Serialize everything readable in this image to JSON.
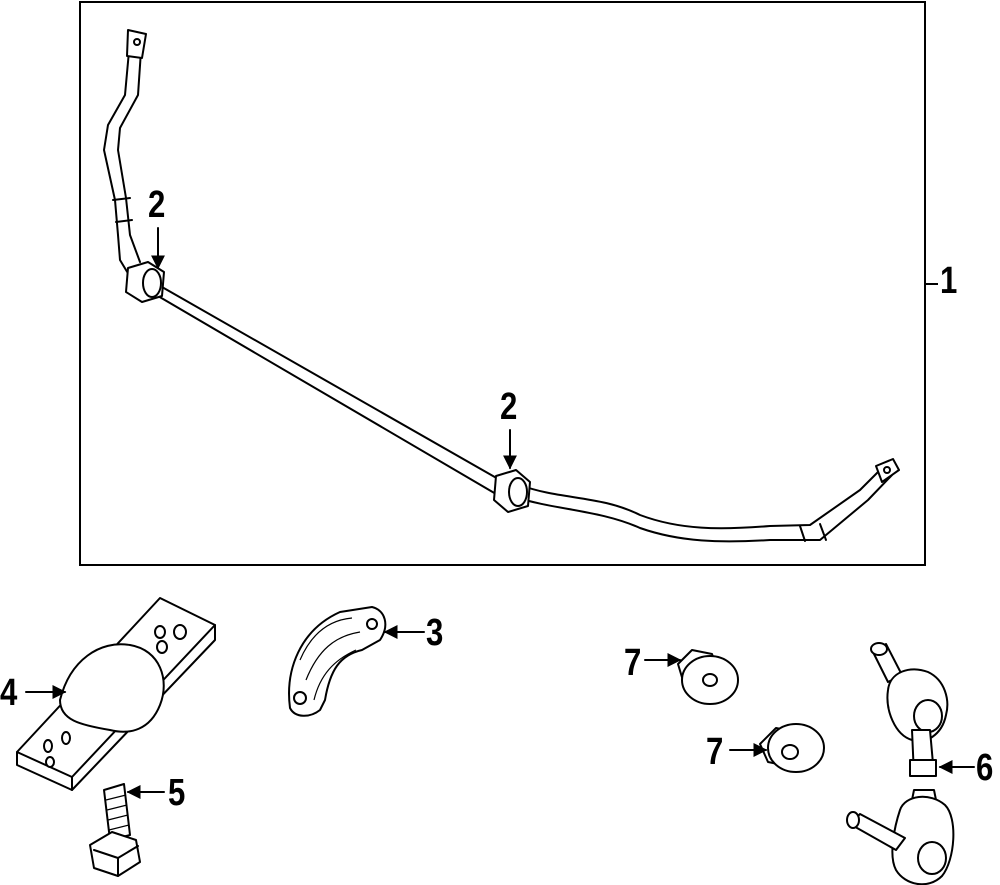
{
  "callouts": {
    "c1": "1",
    "c2a": "2",
    "c2b": "2",
    "c3": "3",
    "c4": "4",
    "c5": "5",
    "c6": "6",
    "c7a": "7",
    "c7b": "7"
  }
}
